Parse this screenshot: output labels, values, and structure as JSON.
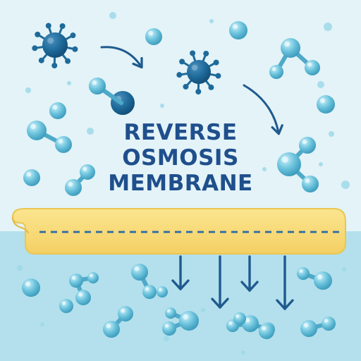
{
  "title": {
    "lines": [
      "REVERSE",
      "OSMOSIS",
      "MEMBRANE"
    ]
  },
  "colors": {
    "background_top": "#e3f3f8",
    "background_bottom": "#b3e0ec",
    "membrane_fill": "#f9de7a",
    "membrane_edge": "#e9c653",
    "dashed_line": "#2a6aa6",
    "title": "#1f4f8c",
    "contaminant": "#1e6a9a",
    "water_molecule": "#6cc3dc",
    "bubble": "#8fd3e6",
    "arrow": "#1f5a8e"
  },
  "icons": {
    "contaminant": "virus-icon",
    "water": "water-molecule-icon",
    "flow": "arrow-icon"
  }
}
